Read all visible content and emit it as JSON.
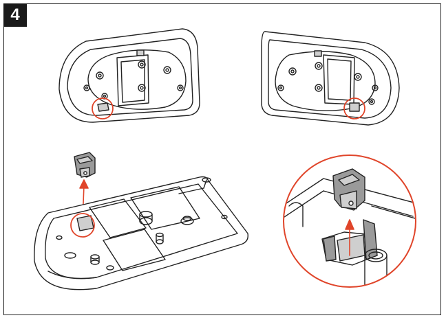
{
  "step": {
    "number": "4"
  },
  "colors": {
    "line": "#222222",
    "highlight": "#e0452a",
    "part_gray": "#9a9a9a",
    "part_light": "#cfcfcf"
  },
  "icons": [
    "highlight-circle",
    "up-arrow",
    "clip-part"
  ]
}
